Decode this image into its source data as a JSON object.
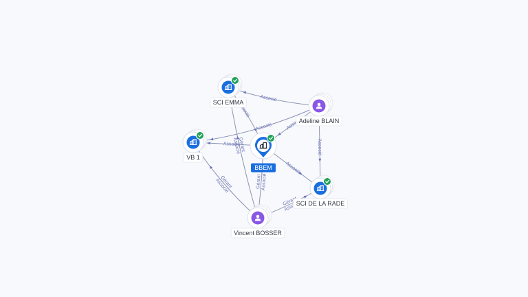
{
  "colors": {
    "company": "#1a6fe0",
    "person": "#8a57e6",
    "verified": "#22a15a",
    "edge": "#8b94b3",
    "edge_label": "#6d75b8"
  },
  "nodes": [
    {
      "id": "bbem",
      "label": "BBEM",
      "kind": "company",
      "icon": "building-icon",
      "verified": true,
      "center": true
    },
    {
      "id": "sci-emma",
      "label": "SCI EMMA",
      "kind": "company",
      "icon": "building-icon",
      "verified": true
    },
    {
      "id": "vb1",
      "label": "VB 1",
      "kind": "company",
      "icon": "building-icon",
      "verified": true
    },
    {
      "id": "sci-rade",
      "label": "SCI DE LA RADE",
      "kind": "company",
      "icon": "building-icon",
      "verified": true
    },
    {
      "id": "adeline",
      "label": "Adeline BLAIN",
      "kind": "person",
      "icon": "person-icon",
      "verified": false
    },
    {
      "id": "vincent",
      "label": "Vincent BOSSER",
      "kind": "person",
      "icon": "person-icon",
      "verified": false
    }
  ],
  "edges": [
    {
      "id": "adeline-sciemma",
      "from": "adeline",
      "to": "sci-emma",
      "labels": [
        "Associé"
      ]
    },
    {
      "id": "adeline-vb1",
      "from": "adeline",
      "to": "vb1",
      "labels": [
        "Associé"
      ]
    },
    {
      "id": "adeline-bbem",
      "from": "adeline",
      "to": "bbem",
      "labels": [
        "Associé"
      ]
    },
    {
      "id": "adeline-scirade",
      "from": "adeline",
      "to": "sci-rade",
      "labels": [
        "Associé"
      ]
    },
    {
      "id": "sciemma-bbem",
      "from": "sci-emma",
      "to": "bbem",
      "labels": [
        "Associé"
      ]
    },
    {
      "id": "bbem-vb1",
      "from": "bbem",
      "to": "vb1",
      "labels": [
        "Associé"
      ]
    },
    {
      "id": "bbem-scirade",
      "from": "bbem",
      "to": "sci-rade",
      "labels": [
        "Associé"
      ]
    },
    {
      "id": "vincent-sciemma",
      "from": "vincent",
      "to": "sci-emma",
      "labels": [
        "Gérant",
        "Associé"
      ]
    },
    {
      "id": "vincent-vb1",
      "from": "vincent",
      "to": "vb1",
      "labels": [
        "Gérant",
        "Associé"
      ]
    },
    {
      "id": "vincent-bbem",
      "from": "vincent",
      "to": "bbem",
      "labels": [
        "Gérant",
        "Associé"
      ]
    },
    {
      "id": "vincent-scirade",
      "from": "vincent",
      "to": "sci-rade",
      "labels": [
        "Gérant",
        "Associé"
      ]
    }
  ]
}
